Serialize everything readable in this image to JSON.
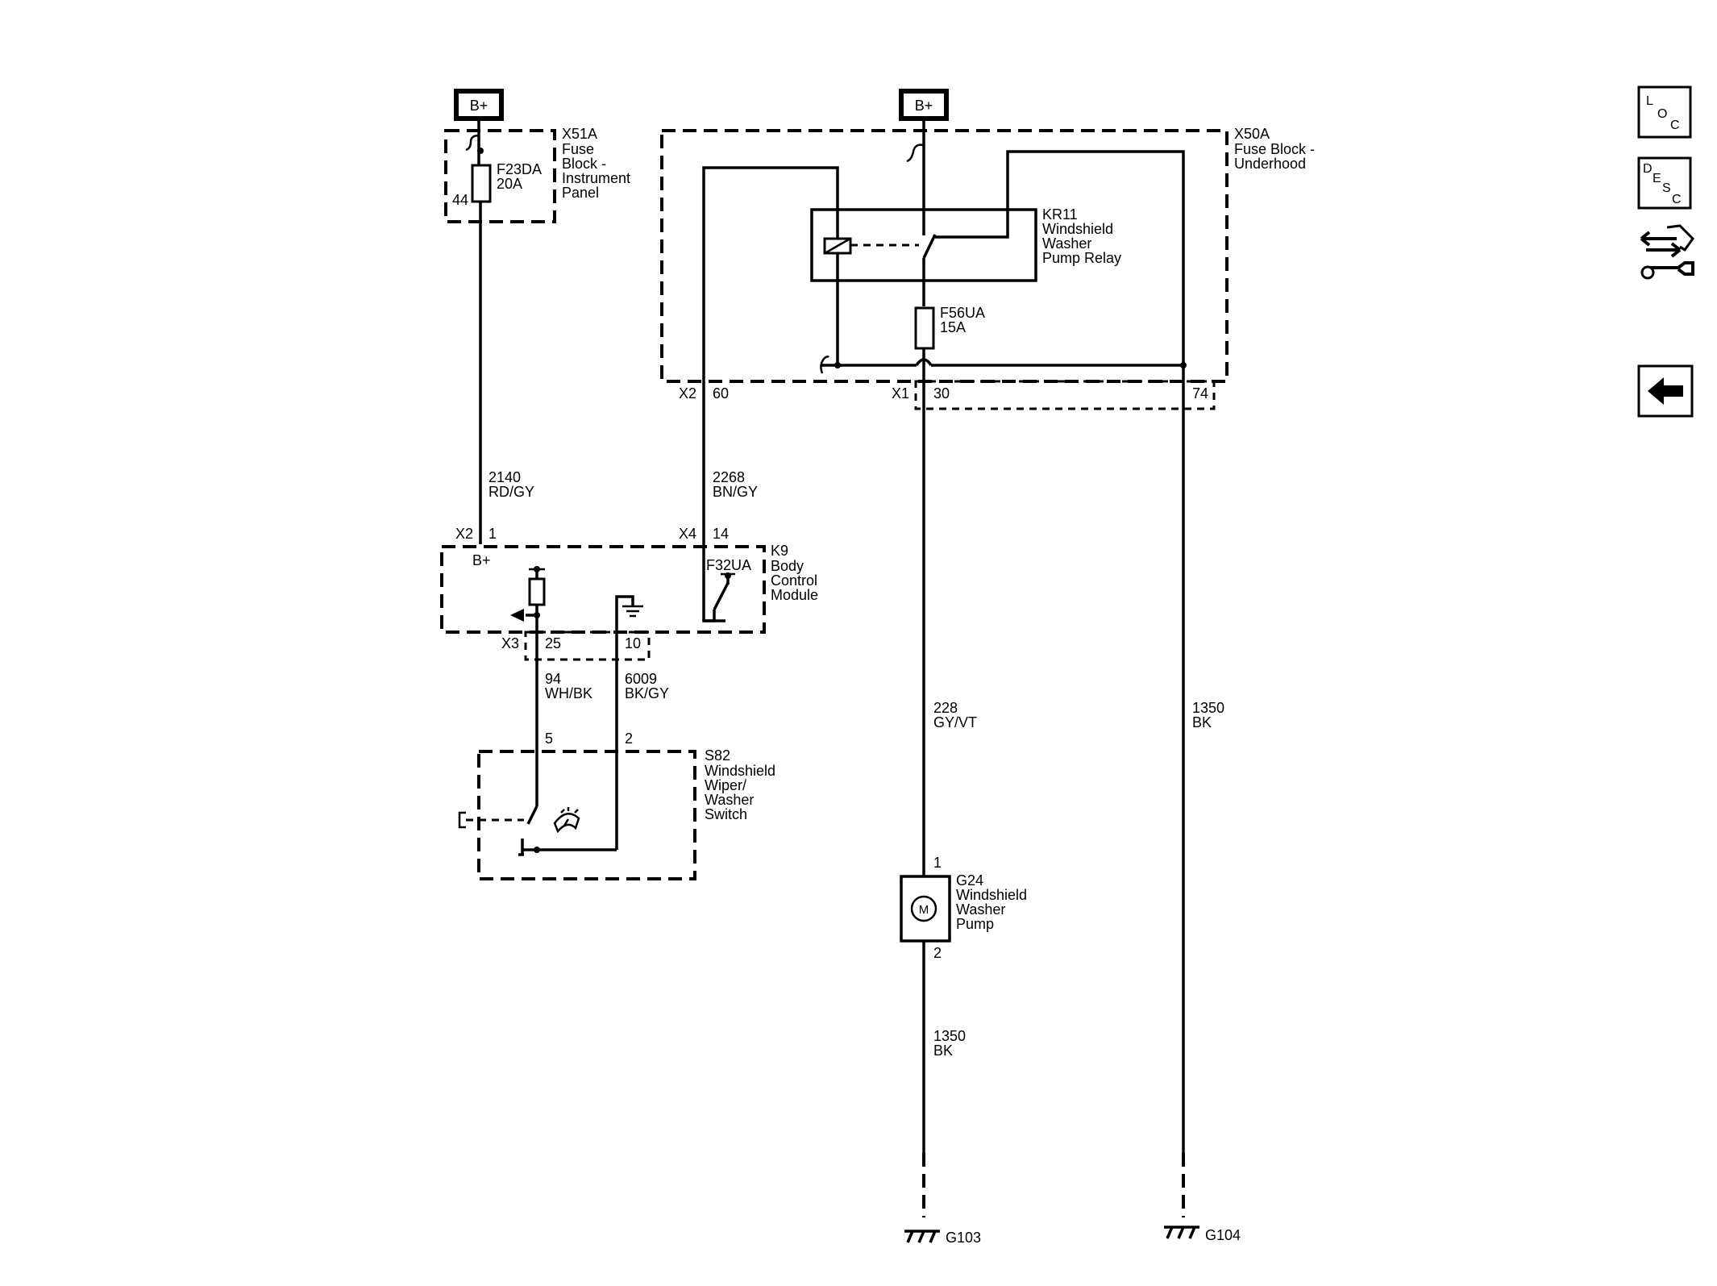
{
  "power": {
    "left_label": "B+",
    "right_label": "B+"
  },
  "x51a": {
    "ref": "X51A",
    "name_lines": [
      "Fuse",
      "Block -",
      "Instrument",
      "Panel"
    ],
    "fuse_name": "F23DA",
    "fuse_rating": "20A",
    "pin": "44"
  },
  "x50a": {
    "ref": "X50A",
    "name_lines": [
      "Fuse Block -",
      "Underhood"
    ],
    "conn_x2": "X2",
    "pin_60": "60",
    "conn_x1": "X1",
    "pin_30": "30",
    "pin_74": "74"
  },
  "kr11": {
    "ref": "KR11",
    "name_lines": [
      "Windshield",
      "Washer",
      "Pump Relay"
    ]
  },
  "f56ua": {
    "name": "F56UA",
    "rating": "15A"
  },
  "wire_2140": {
    "circuit": "2140",
    "color": "RD/GY"
  },
  "wire_2268": {
    "circuit": "2268",
    "color": "BN/GY"
  },
  "wire_94": {
    "circuit": "94",
    "color": "WH/BK"
  },
  "wire_6009": {
    "circuit": "6009",
    "color": "BK/GY"
  },
  "wire_228": {
    "circuit": "228",
    "color": "GY/VT"
  },
  "wire_1350_pump": {
    "circuit": "1350",
    "color": "BK"
  },
  "wire_1350_right": {
    "circuit": "1350",
    "color": "BK"
  },
  "k9": {
    "ref": "K9",
    "name_lines": [
      "Body",
      "Control",
      "Module"
    ],
    "conn_x2": "X2",
    "pin_1": "1",
    "conn_x4": "X4",
    "pin_14": "14",
    "bplus": "B+",
    "fuse_name": "F32UA",
    "conn_x3": "X3",
    "pin_25": "25",
    "pin_10": "10"
  },
  "s82": {
    "ref": "S82",
    "name_lines": [
      "Windshield",
      "Wiper/",
      "Washer",
      "Switch"
    ],
    "pin_5": "5",
    "pin_2": "2"
  },
  "g24": {
    "ref": "G24",
    "name_lines": [
      "Windshield",
      "Washer",
      "Pump"
    ],
    "motor": "M",
    "pin_1": "1",
    "pin_2": "2"
  },
  "grounds": {
    "left": "G103",
    "right": "G104"
  },
  "sidebar": {
    "loc_icon": "loc-icon",
    "desc_icon": "desc-icon",
    "connector_tool_icon": "connector-tool-icon",
    "back_icon": "back-arrow-icon"
  }
}
